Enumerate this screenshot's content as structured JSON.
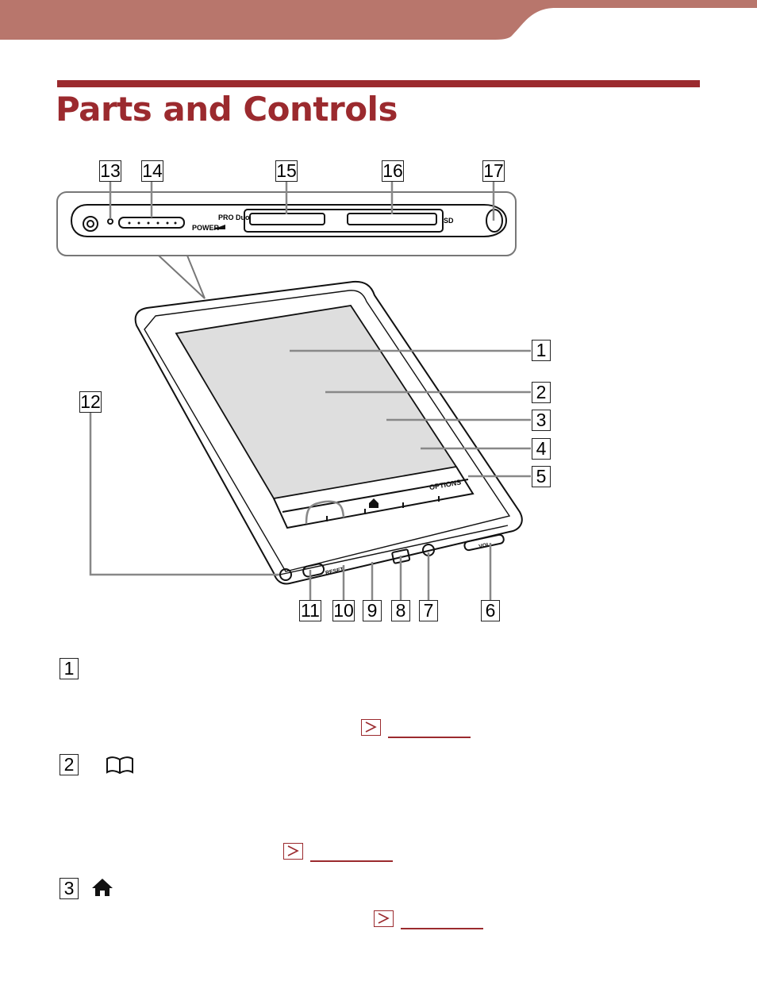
{
  "page": {
    "title": "Parts and Controls",
    "header_color": "#b8766c",
    "accent_color": "#9b2a2e"
  },
  "diagram": {
    "callouts": [
      "1",
      "2",
      "3",
      "4",
      "5",
      "6",
      "7",
      "8",
      "9",
      "10",
      "11",
      "12",
      "13",
      "14",
      "15",
      "16",
      "17"
    ],
    "device_labels": {
      "pro_duo": "PRO Duo",
      "power": "POWER",
      "sd": "SD",
      "options": "OPTIONS",
      "reset": "RESET",
      "vol": "VOL"
    }
  },
  "descriptions": [
    {
      "number": "1",
      "icon": "",
      "link_icon": "arrow-right-icon"
    },
    {
      "number": "2",
      "icon": "book-icon",
      "link_icon": "arrow-right-icon"
    },
    {
      "number": "3",
      "icon": "home-icon",
      "link_icon": "arrow-right-icon"
    }
  ]
}
